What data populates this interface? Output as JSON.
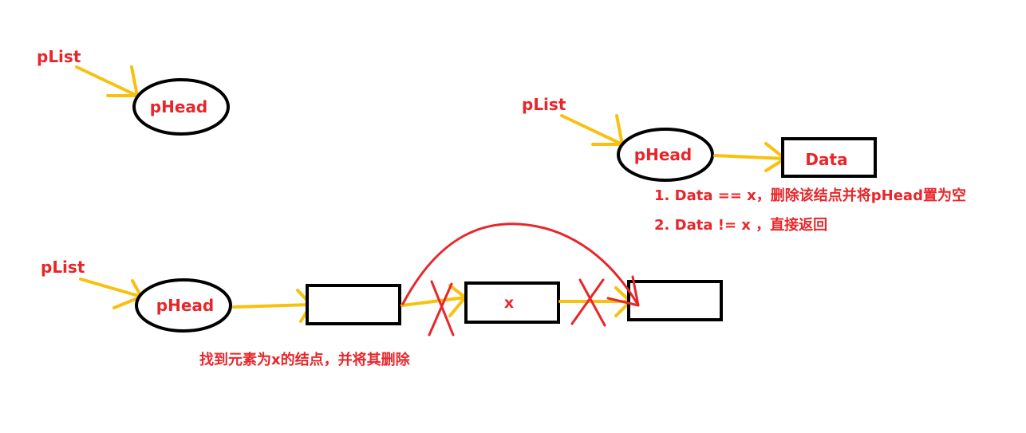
{
  "scenario_single": {
    "plist_label": "pList",
    "head_label": "pHead"
  },
  "scenario_one_node": {
    "plist_label": "pList",
    "head_label": "pHead",
    "node_label": "Data",
    "notes": [
      "1.  Data == x，删除该结点并将pHead置为空",
      "2.  Data != x ，直接返回"
    ]
  },
  "scenario_multi": {
    "plist_label": "pList",
    "head_label": "pHead",
    "node1_label": "",
    "node2_label": "x",
    "node3_label": "",
    "caption": "找到元素为x的结点，并将其删除"
  },
  "colors": {
    "pointer_arrow": "#f7c10f",
    "text_red": "#e8262a",
    "outline": "#000000"
  }
}
